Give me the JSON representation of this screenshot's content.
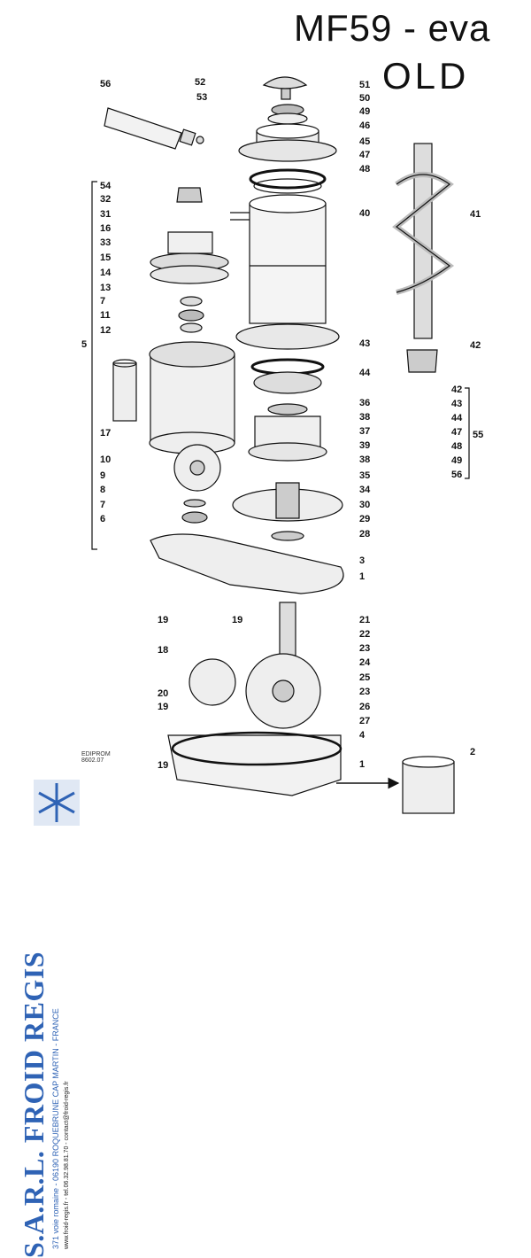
{
  "title": {
    "line1": "MF59 - eva",
    "line2": "OLD"
  },
  "brand": {
    "name": "S.A.R.L. FROID REGIS",
    "address": "371 voie romaine - 06190 ROQUEBRUNE CAP MARTIN - FRANCE",
    "web": "www.froid-regis.fr - tel.06.32.98.81.70 - contact@froid-regis.fr"
  },
  "publisher": {
    "name": "EDIPROM",
    "code": "8602.07"
  },
  "colors": {
    "brand": "#2f63b5",
    "line": "#111111"
  },
  "left_labels": [
    "56",
    "52",
    "53",
    "54",
    "32",
    "31",
    "16",
    "33",
    "15",
    "14",
    "13",
    "7",
    "11",
    "5",
    "12",
    "17",
    "10",
    "9",
    "8",
    "7",
    "6",
    "19",
    "19",
    "18",
    "20",
    "19",
    "19"
  ],
  "right_labels": [
    "51",
    "50",
    "49",
    "46",
    "45",
    "47",
    "48",
    "40",
    "41",
    "42",
    "43",
    "44",
    "36",
    "38",
    "37",
    "39",
    "38",
    "35",
    "34",
    "30",
    "29",
    "28",
    "3",
    "1",
    "21",
    "22",
    "23",
    "24",
    "25",
    "23",
    "26",
    "27",
    "4",
    "1",
    "2"
  ],
  "kit_list": {
    "items": [
      "42",
      "43",
      "44",
      "47",
      "48",
      "49",
      "56"
    ],
    "kit": "55"
  }
}
